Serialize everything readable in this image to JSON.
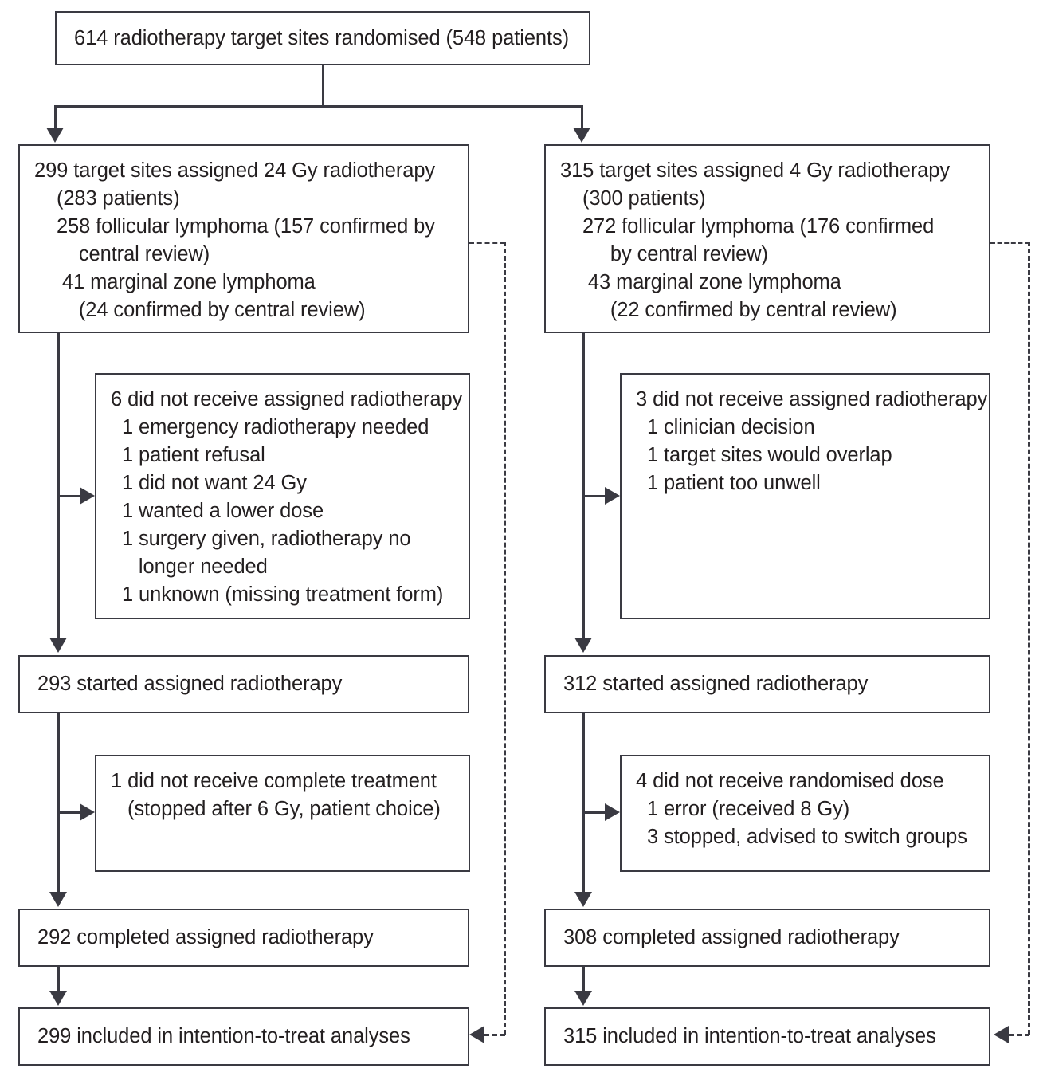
{
  "diagram": {
    "type": "consort-flow-diagram",
    "title": "",
    "colors": {
      "stroke": "#3a3a42",
      "text": "#231f20",
      "background": "#ffffff"
    }
  },
  "enrollment": {
    "label": "614 radiotherapy target sites randomised (548 patients)"
  },
  "arms": [
    {
      "id": "arm-24gy",
      "assigned": {
        "lines": [
          "299 target sites assigned 24 Gy radiotherapy",
          "    (283 patients)",
          "    258 follicular lymphoma (157 confirmed by",
          "        central review)",
          "     41 marginal zone lymphoma",
          "        (24 confirmed by central review)"
        ]
      },
      "exclusion_1": {
        "lines": [
          "6 did not receive assigned radiotherapy",
          "  1 emergency radiotherapy needed",
          "  1 patient refusal",
          "  1 did not want 24 Gy",
          "  1 wanted a lower dose",
          "  1 surgery given, radiotherapy no",
          "     longer needed",
          "  1 unknown (missing treatment form)"
        ]
      },
      "started": {
        "label": "293 started assigned radiotherapy"
      },
      "exclusion_2": {
        "lines": [
          "1 did not receive complete treatment",
          "   (stopped after 6 Gy, patient choice)"
        ]
      },
      "completed": {
        "label": "292 completed assigned radiotherapy"
      },
      "analysed": {
        "label": "299 included in intention-to-treat analyses"
      }
    },
    {
      "id": "arm-4gy",
      "assigned": {
        "lines": [
          "315 target sites assigned 4 Gy radiotherapy",
          "    (300 patients)",
          "    272 follicular lymphoma (176 confirmed",
          "         by central review)",
          "     43 marginal zone lymphoma",
          "         (22 confirmed by central review)"
        ]
      },
      "exclusion_1": {
        "lines": [
          "3 did not receive assigned radiotherapy",
          "  1 clinician decision",
          "  1 target sites would overlap",
          "  1 patient too unwell"
        ]
      },
      "started": {
        "label": "312 started assigned radiotherapy"
      },
      "exclusion_2": {
        "lines": [
          "4 did not receive randomised dose",
          "  1 error (received 8 Gy)",
          "  3 stopped, advised to switch groups"
        ]
      },
      "completed": {
        "label": "308 completed assigned radiotherapy"
      },
      "analysed": {
        "label": "315 included in intention-to-treat analyses"
      }
    }
  ]
}
